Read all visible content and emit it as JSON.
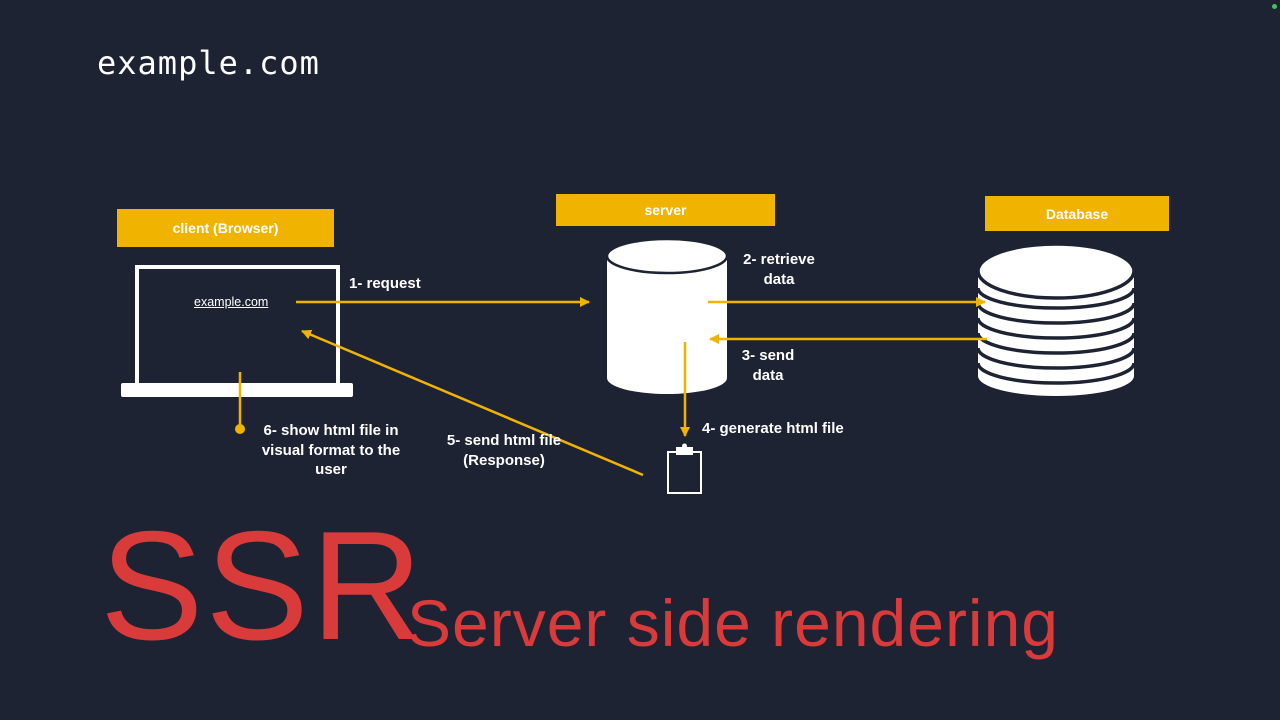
{
  "page": {
    "url_heading": "example.com",
    "colors": {
      "background": "#1e2334",
      "accent_yellow": "#f0b400",
      "title_red": "#d93a3a",
      "foreground": "#ffffff"
    }
  },
  "diagram": {
    "nodes": {
      "client": {
        "label": "client (Browser)",
        "screen_url": "example.com",
        "icon": "laptop-icon"
      },
      "server": {
        "label": "server",
        "icon": "server-cylinder-icon"
      },
      "database": {
        "label": "Database",
        "icon": "database-stack-icon"
      },
      "html_file": {
        "icon": "clipboard-file-icon"
      }
    },
    "steps": {
      "s1": "1- request",
      "s2": "2- retrieve\ndata",
      "s3": "3- send\ndata",
      "s4": "4- generate html file",
      "s5": "5- send html file\n(Response)",
      "s6": "6- show html file in\nvisual format to the\nuser"
    }
  },
  "footer": {
    "title": "SSR",
    "subtitle": "Server side rendering"
  }
}
